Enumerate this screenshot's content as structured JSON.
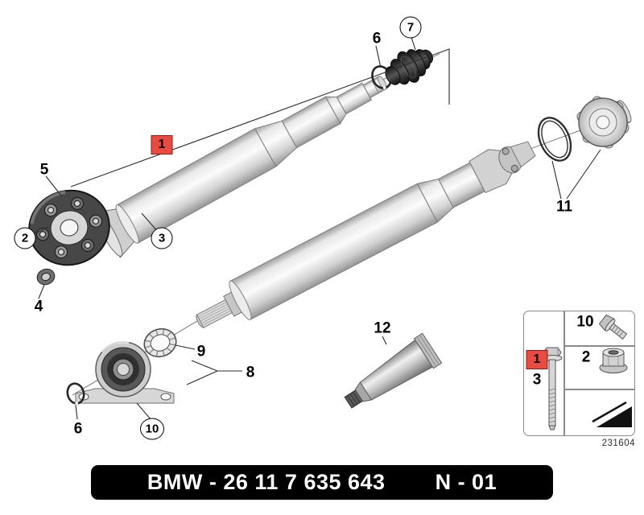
{
  "callouts": {
    "c1": "1",
    "c2": "2",
    "c3": "3",
    "c4": "4",
    "c5": "5",
    "c6a": "6",
    "c6b": "6",
    "c7": "7",
    "c8": "8",
    "c9": "9",
    "c10": "10",
    "c11": "11",
    "c12": "12"
  },
  "inset": {
    "code": "231604",
    "items": [
      {
        "label": "1",
        "highlighted": true,
        "icon": "bolt-long-icon"
      },
      {
        "label": "3",
        "highlighted": false,
        "icon": "bolt-long-icon"
      },
      {
        "label": "10",
        "highlighted": false,
        "icon": "flange-bolt-icon"
      },
      {
        "label": "2",
        "highlighted": false,
        "icon": "flange-nut-icon"
      }
    ]
  },
  "footer": {
    "part_number": "BMW - 26 11 7 635 643",
    "page_code": "N - 01"
  },
  "icons": {
    "bolt_long": "long-hex-bolt",
    "bolt_flange": "flange-hex-bolt",
    "nut_flange": "flange-hex-nut",
    "wedge": "wedge-symbol"
  },
  "parts": [
    "flex-disc",
    "centering-bushing",
    "front-shaft",
    "snap-ring",
    "cv-boot",
    "rear-shaft",
    "universal-joint",
    "seal-ring",
    "companion-flange",
    "center-bearing-mount",
    "needle-bearing",
    "grease-tube"
  ],
  "colors": {
    "highlight_red": "#e94b40",
    "banner_bg": "#000000",
    "banner_text": "#ffffff"
  }
}
